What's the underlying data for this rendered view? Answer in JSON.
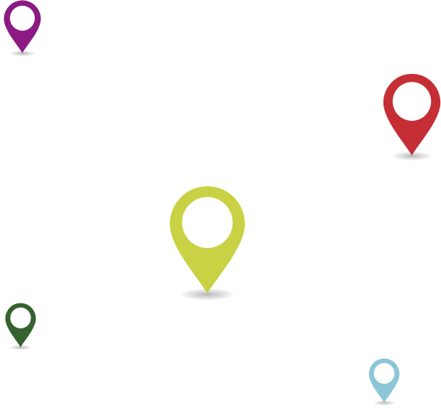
{
  "pins": [
    {
      "name": "purple",
      "color": "#8B1A82",
      "icon": "map-pin-icon"
    },
    {
      "name": "red",
      "color": "#C52E35",
      "icon": "map-pin-icon"
    },
    {
      "name": "yellow-green",
      "color": "#C9D245",
      "icon": "map-pin-icon"
    },
    {
      "name": "dark-green",
      "color": "#36622F",
      "icon": "map-pin-icon"
    },
    {
      "name": "light-blue",
      "color": "#8BC5D8",
      "icon": "map-pin-icon"
    }
  ]
}
